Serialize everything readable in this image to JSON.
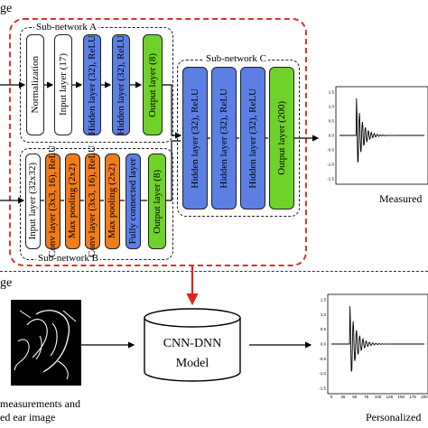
{
  "labels": {
    "training_stage_partial": "ge",
    "test_stage_partial": "ge",
    "subnetwork_a": "Sub-network A",
    "subnetwork_b": "Sub-network B",
    "subnetwork_c": "Sub-network C",
    "measured": "Measured",
    "personalized": "Personalized",
    "inputs_line1": "measurements and",
    "inputs_line2": "ed ear image",
    "model_line1": "CNN-DNN",
    "model_line2": "Model"
  },
  "subnetwork_a_layers": [
    "Normalization",
    "Input layer (17)",
    "Hidden layer (32), ReLU",
    "Hidden layer (32), ReLU",
    "Output layer (8)"
  ],
  "subnetwork_b_layers": [
    "Input layer (32x32)",
    "Conv layer (3x3, 16), ReLU",
    "Max pooling (2x2)",
    "Conv layer (3x3, 16), ReLU",
    "Max pooling (2x2)",
    "Fully connected layer",
    "Output layer (8)"
  ],
  "subnetwork_c_layers": [
    "Hidden layer (32), ReLU",
    "Hidden layer (32), ReLU",
    "Hidden layer (32), ReLU",
    "Output layer (200)"
  ],
  "plot_axis": {
    "y_ticks": [
      "1.5",
      "1.0",
      "0.5",
      "0.0",
      "-0.5",
      "-1.0",
      "-1.5"
    ],
    "x_ticks_bottom": [
      "0",
      "25",
      "50",
      "75",
      "100",
      "125",
      "150",
      "175",
      "200"
    ]
  },
  "colors": {
    "dashed_red": "#d9342b",
    "arrow_red": "#e0231c",
    "blue_layer": "#5b7fe3",
    "green_layer": "#6fd22a",
    "orange_layer": "#f07c1a",
    "gray_layer": "#ffffff"
  }
}
